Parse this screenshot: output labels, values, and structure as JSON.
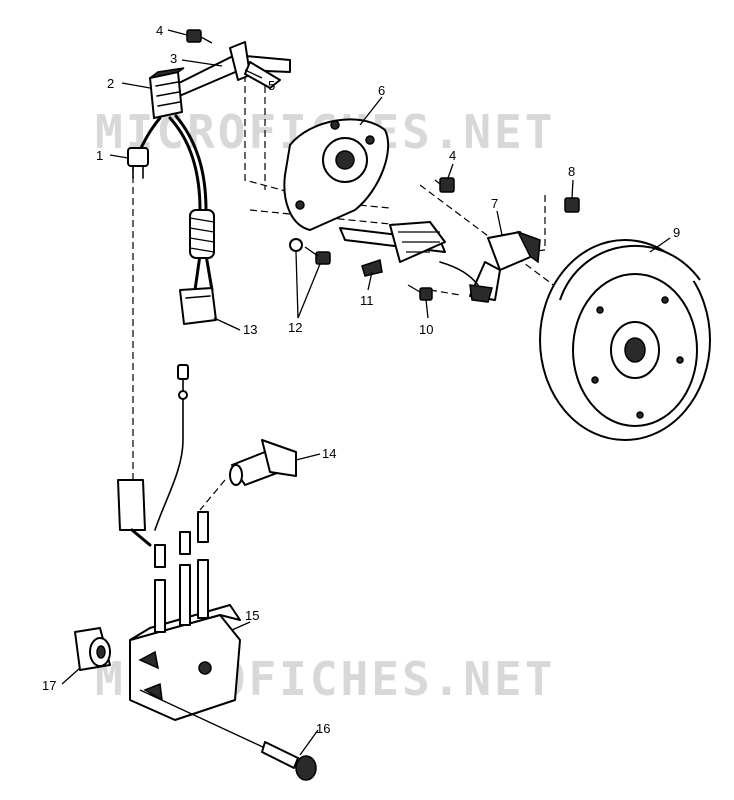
{
  "watermark": "MICROFICHES.NET",
  "callouts": [
    {
      "id": "label-1",
      "text": "1"
    },
    {
      "id": "label-2",
      "text": "2"
    },
    {
      "id": "label-3",
      "text": "3"
    },
    {
      "id": "label-4a",
      "text": "4"
    },
    {
      "id": "label-4b",
      "text": "4"
    },
    {
      "id": "label-5",
      "text": "5"
    },
    {
      "id": "label-6",
      "text": "6"
    },
    {
      "id": "label-7",
      "text": "7"
    },
    {
      "id": "label-8",
      "text": "8"
    },
    {
      "id": "label-9",
      "text": "9"
    },
    {
      "id": "label-10",
      "text": "10"
    },
    {
      "id": "label-11",
      "text": "11"
    },
    {
      "id": "label-12",
      "text": "12"
    },
    {
      "id": "label-13",
      "text": "13"
    },
    {
      "id": "label-14",
      "text": "14"
    },
    {
      "id": "label-15",
      "text": "15"
    },
    {
      "id": "label-16",
      "text": "16"
    },
    {
      "id": "label-17",
      "text": "17"
    }
  ]
}
